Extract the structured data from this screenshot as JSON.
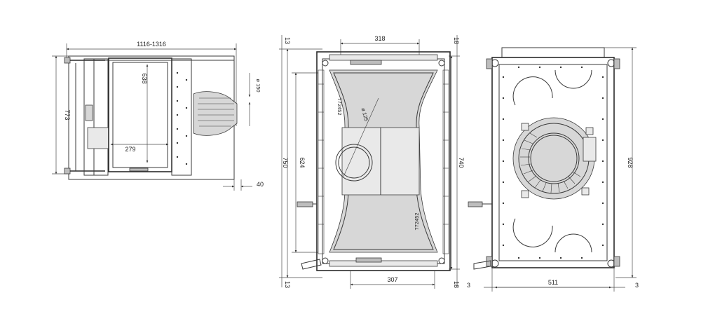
{
  "views": {
    "side": {
      "overall_width": "1116-1316",
      "height": "773",
      "inner_height": "638",
      "inner_width": "279",
      "flue": "ø 150",
      "offset": "40"
    },
    "front": {
      "top_width": "318",
      "bottom_width": "307",
      "top_margin": "13",
      "bottom_margin": "13",
      "right_top": "18",
      "right_bottom": "18",
      "left_height": "750",
      "inner_height": "624",
      "right_height": "740",
      "flue": "ø 125",
      "model_code": "772452"
    },
    "rear": {
      "width": "511",
      "height": "928",
      "left_margin": "3",
      "right_margin": "3"
    }
  }
}
